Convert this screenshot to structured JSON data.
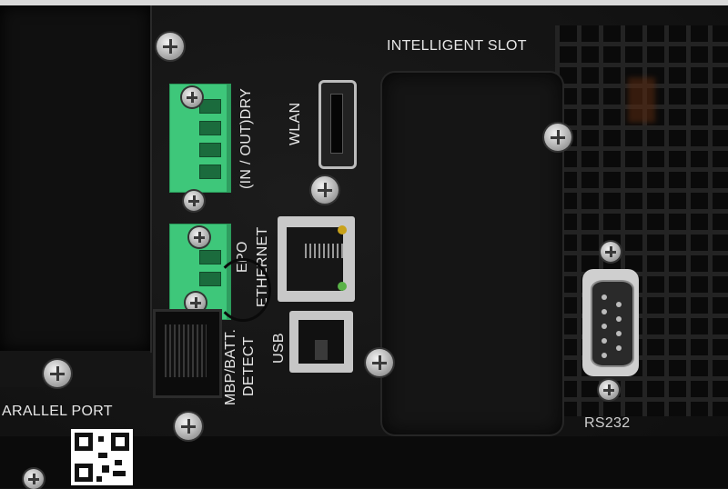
{
  "photo": {
    "subject": "UPS rear communication panel",
    "labels": {
      "intelligent_slot": "INTELLIGENT SLOT",
      "wlan": "WLAN",
      "dry_contact": "(IN / OUT)DRY",
      "epo": "EPO",
      "ethernet": "ETHERNET",
      "usb": "USB",
      "mbp_batt": "MBP/BATT.",
      "detect": "DETECT",
      "parallel_port": "ARALLEL PORT",
      "rs232": "RS232"
    },
    "colors": {
      "chassis": "#141414",
      "terminal_green": "#3ec77a",
      "metal": "#c8c8c8"
    },
    "icons": [
      "screw-icon",
      "hdmi-port-icon",
      "rj45-port-icon",
      "usb-b-port-icon",
      "db9-port-icon",
      "qr-code-icon"
    ]
  }
}
